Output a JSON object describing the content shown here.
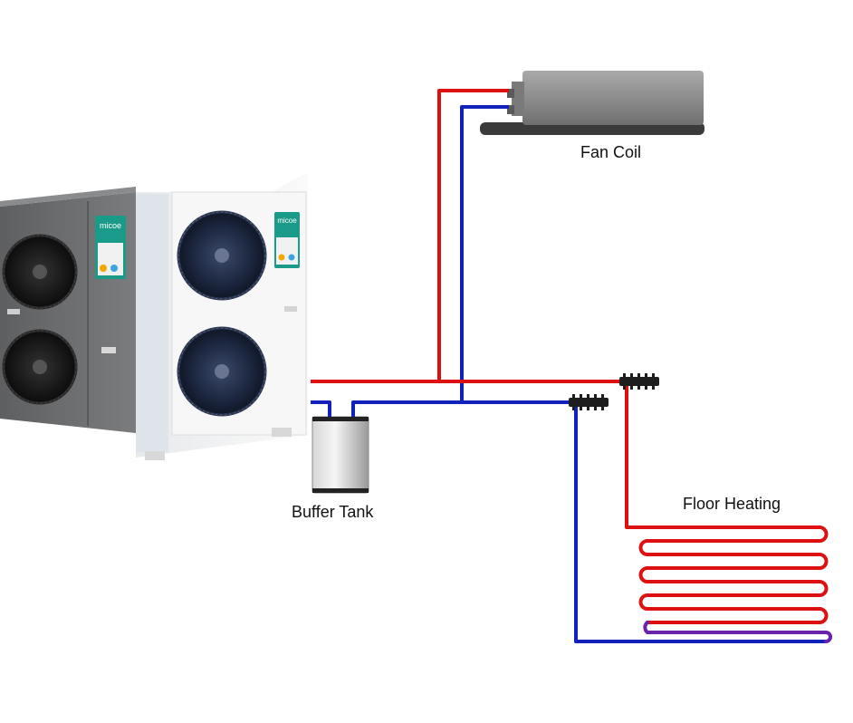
{
  "labels": {
    "fan_coil": "Fan Coil",
    "buffer_tank": "Buffer Tank",
    "floor_heating": "Floor Heating",
    "brand": "micoe"
  },
  "colors": {
    "supply_pipe": "#dd1111",
    "return_pipe": "#1122bb",
    "unit_front": "#f4f5f6",
    "unit_back": "#6f7072",
    "fan_coil_body": "#8e8e8e",
    "brand_panel": "#1a9a88"
  },
  "icons": {
    "heat_pump": "heat-pump-unit-icon",
    "fan": "fan-icon",
    "manifold": "manifold-icon"
  }
}
